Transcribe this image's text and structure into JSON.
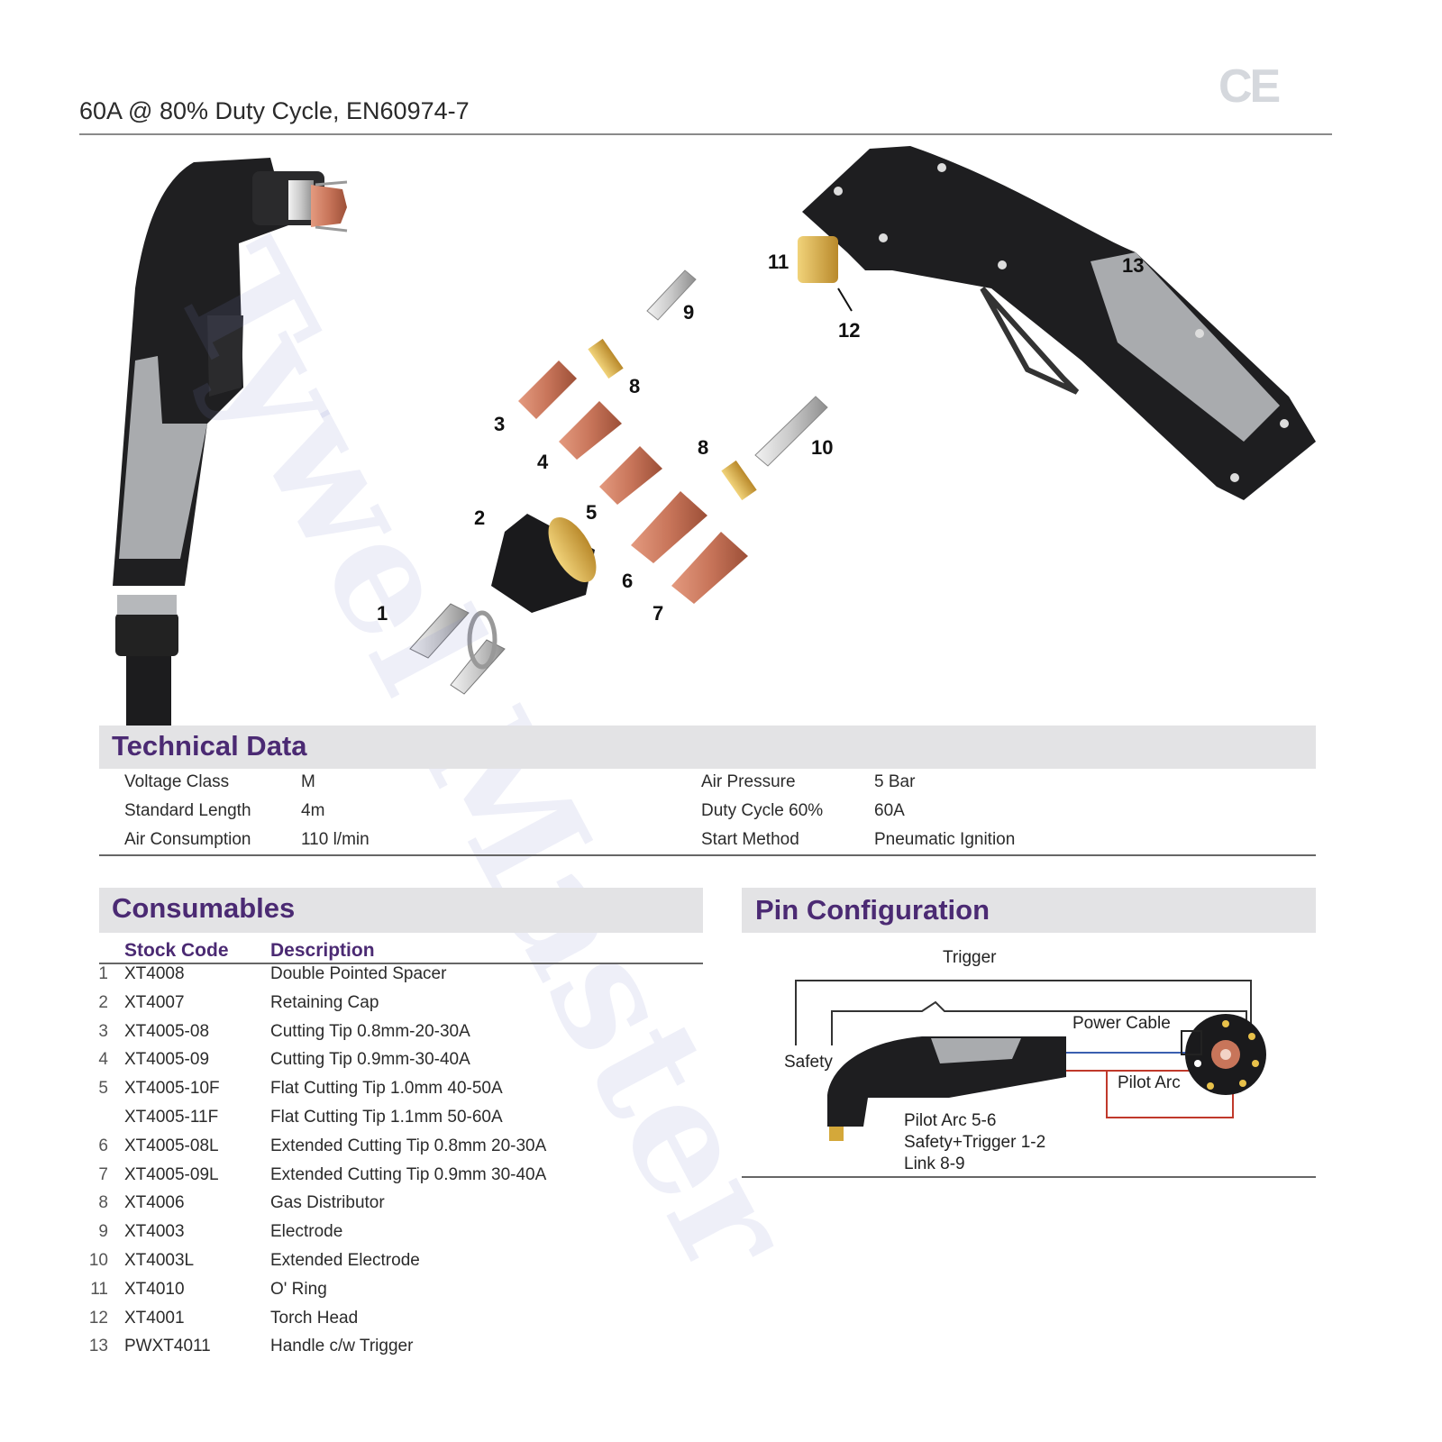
{
  "header": {
    "title": "60A @ 80% Duty Cycle, EN60974-7",
    "ce_mark": "CE"
  },
  "watermark": "Tywel Master",
  "callouts": [
    "1",
    "2",
    "3",
    "4",
    "5",
    "6",
    "7",
    "8",
    "8",
    "9",
    "10",
    "11",
    "12",
    "13"
  ],
  "technical_data": {
    "title": "Technical Data",
    "left": [
      {
        "label": "Voltage Class",
        "value": "M"
      },
      {
        "label": "Standard Length",
        "value": "4m"
      },
      {
        "label": "Air Consumption",
        "value": "110 l/min"
      }
    ],
    "right": [
      {
        "label": "Air Pressure",
        "value": "5 Bar"
      },
      {
        "label": "Duty Cycle 60%",
        "value": "60A"
      },
      {
        "label": "Start Method",
        "value": "Pneumatic Ignition"
      }
    ]
  },
  "consumables": {
    "title": "Consumables",
    "col_stock": "Stock Code",
    "col_desc": "Description",
    "rows": [
      {
        "num": "1",
        "code": "XT4008",
        "desc": "Double Pointed Spacer"
      },
      {
        "num": "2",
        "code": "XT4007",
        "desc": "Retaining Cap"
      },
      {
        "num": "3",
        "code": "XT4005-08",
        "desc": "Cutting Tip 0.8mm-20-30A"
      },
      {
        "num": "4",
        "code": "XT4005-09",
        "desc": "Cutting Tip 0.9mm-30-40A"
      },
      {
        "num": "5",
        "code": "XT4005-10F",
        "desc": "Flat Cutting Tip 1.0mm 40-50A"
      },
      {
        "num": "",
        "code": "XT4005-11F",
        "desc": "Flat Cutting Tip 1.1mm 50-60A"
      },
      {
        "num": "6",
        "code": "XT4005-08L",
        "desc": "Extended Cutting Tip 0.8mm 20-30A"
      },
      {
        "num": "7",
        "code": "XT4005-09L",
        "desc": "Extended Cutting Tip 0.9mm 30-40A"
      },
      {
        "num": "8",
        "code": "XT4006",
        "desc": "Gas Distributor"
      },
      {
        "num": "9",
        "code": "XT4003",
        "desc": "Electrode"
      },
      {
        "num": "10",
        "code": "XT4003L",
        "desc": "Extended Electrode"
      },
      {
        "num": "11",
        "code": "XT4010",
        "desc": "O' Ring"
      },
      {
        "num": "12",
        "code": "XT4001",
        "desc": "Torch Head"
      },
      {
        "num": "13",
        "code": "PWXT4011",
        "desc": "Handle c/w Trigger"
      }
    ]
  },
  "pin_configuration": {
    "title": "Pin Configuration",
    "trigger": "Trigger",
    "safety": "Safety",
    "power_cable": "Power Cable",
    "pilot_arc": "Pilot Arc",
    "notes": [
      "Pilot Arc 5-6",
      "Safety+Trigger 1-2",
      "Link 8-9"
    ]
  },
  "colors": {
    "accent": "#4b2a73",
    "section_bar": "#e3e3e5",
    "copper": "#c8755a",
    "brass": "#d4a83a",
    "handle_dark": "#1c1c1e",
    "handle_grey": "#a9abae",
    "wire_red": "#c0392b",
    "wire_blue": "#3a5fb0"
  }
}
